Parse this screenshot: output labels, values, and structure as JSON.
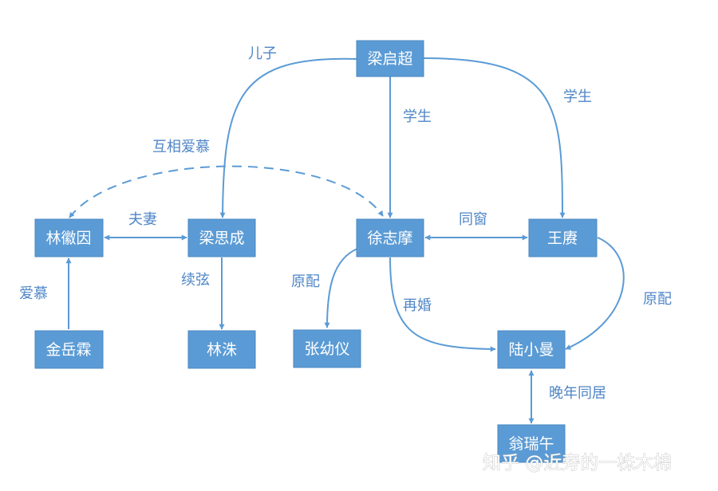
{
  "nodes": {
    "liang_qichao": "梁启超",
    "lin_huiyin": "林徽因",
    "liang_sicheng": "梁思成",
    "xu_zhimo": "徐志摩",
    "wang_geng": "王赓",
    "jin_yuelin": "金岳霖",
    "lin_zhu": "林洙",
    "zhang_youyi": "张幼仪",
    "lu_xiaoman": "陆小曼",
    "weng_ruiwu": "翁瑞午"
  },
  "edges": {
    "son": "儿子",
    "student_xu": "学生",
    "student_wang": "学生",
    "mutual_admiration": "互相爱慕",
    "spouses": "夫妻",
    "classmates": "同窗",
    "admiration": "爱慕",
    "remarriage_wife": "续弦",
    "first_wife_xu": "原配",
    "remarried": "再婚",
    "first_wife_wang": "原配",
    "late_cohabitation": "晚年同居"
  },
  "watermark": "知乎 @近旁的一株木棉"
}
